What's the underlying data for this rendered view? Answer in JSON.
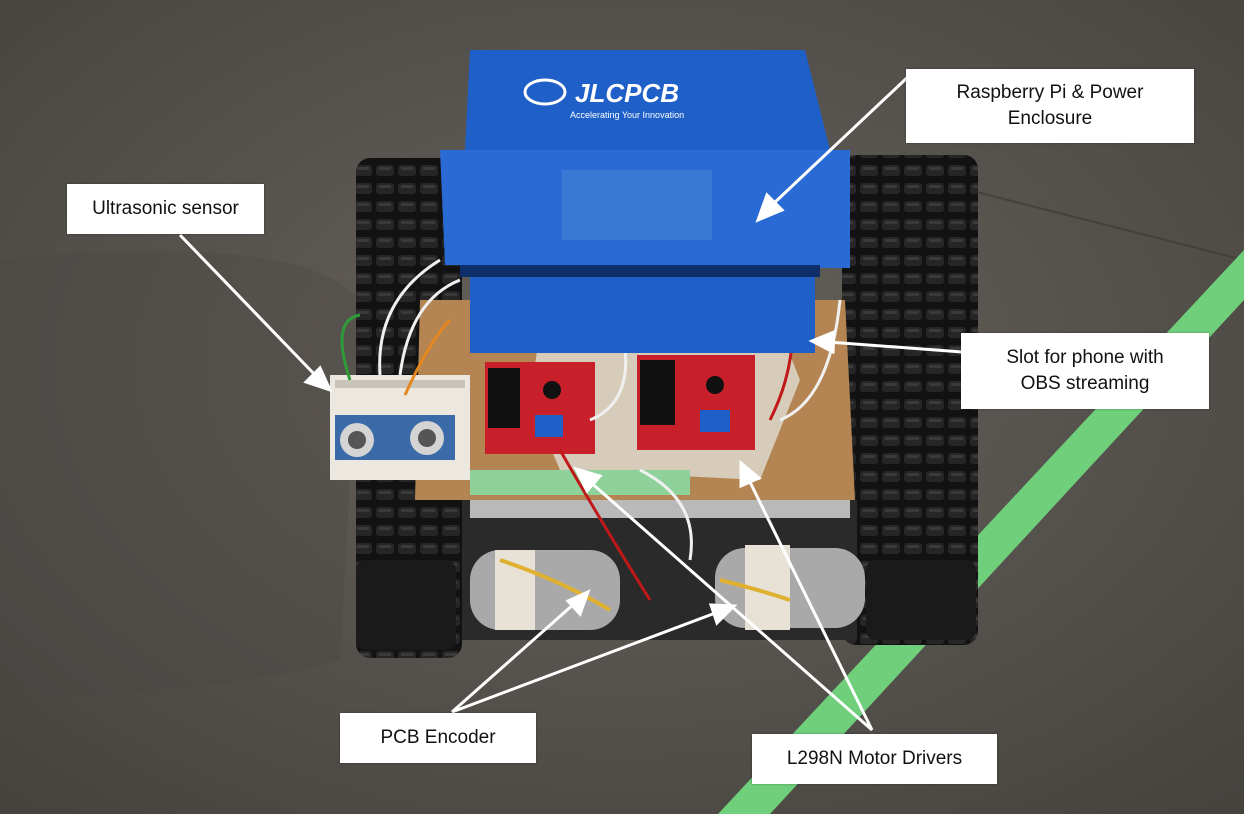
{
  "colors": {
    "floor": "#5c5853",
    "floor_dark": "#3f3c38",
    "tape_green": "#6fcf7a",
    "box_blue": "#1f5fc8",
    "box_blue_dark": "#174ea8",
    "track_black": "#141414",
    "board_red": "#c8202a",
    "cardboard": "#b48552",
    "label_bg": "#ffffff",
    "arrow": "#ffffff"
  },
  "box_print": {
    "brand": "JLCPCB",
    "tagline": "Accelerating Your Innovation"
  },
  "callouts": {
    "raspberry": "Raspberry Pi & Power\nEnclosure",
    "ultrasonic": "Ultrasonic sensor",
    "slot": "Slot for phone with\nOBS streaming",
    "encoder": "PCB Encoder",
    "drivers": "L298N Motor Drivers"
  }
}
